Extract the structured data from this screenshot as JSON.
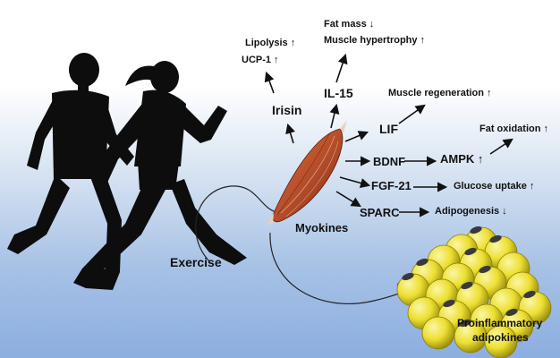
{
  "diagram": {
    "exercise_label": "Exercise",
    "myokines_label": "Myokines",
    "adipokines_label_line1": "Proinflammatory",
    "adipokines_label_line2": "adipokines",
    "myokines": {
      "irisin": "Irisin",
      "il15": "IL-15",
      "lif": "LIF",
      "bdnf": "BDNF",
      "fgf21": "FGF-21",
      "sparc": "SPARC",
      "ampk": "AMPK ↑"
    },
    "effects": {
      "lipolysis": "Lipolysis ↑",
      "ucp1": "UCP-1 ↑",
      "fat_mass": "Fat mass ↓",
      "muscle_hypertrophy": "Muscle hypertrophy ↑",
      "muscle_regeneration": "Muscle regeneration ↑",
      "fat_oxidation": "Fat oxidation ↑",
      "glucose_uptake": "Glucose uptake ↑",
      "adipogenesis": "Adipogenesis ↓"
    },
    "colors": {
      "silhouette": "#0d0d0d",
      "muscle": "#b0452a",
      "fat": "#efe234",
      "inhibitor": "#d23a3a",
      "background_bottom": "#8caee0"
    }
  }
}
